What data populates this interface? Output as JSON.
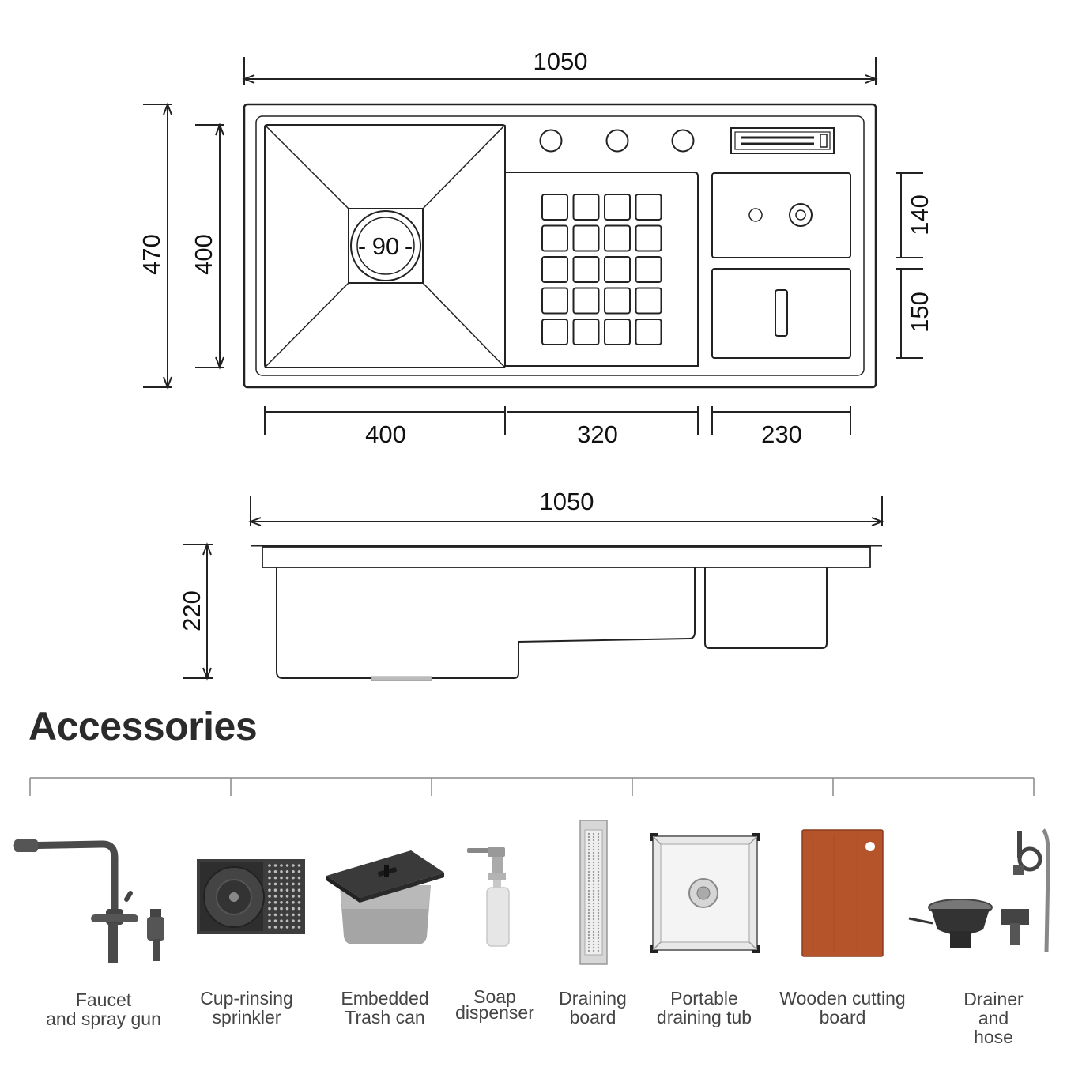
{
  "dimensions": {
    "top_total_width": "1050",
    "total_depth": "470",
    "basin_depth": "400",
    "drain_size": "90",
    "section_right_top": "140",
    "section_right_bottom": "150",
    "basin_width": "400",
    "drainboard_width": "320",
    "right_section_width": "230",
    "side_total_width": "1050",
    "side_height": "220"
  },
  "accessories": {
    "heading": "Accessories",
    "items": [
      {
        "label": "Faucet\nand spray gun",
        "icon": "faucet-icon"
      },
      {
        "label": "Cup-rinsing\nsprinkler",
        "icon": "cup-rinser-icon"
      },
      {
        "label": "Embedded\nTrash can",
        "icon": "trash-can-icon"
      },
      {
        "label": "Soap\ndispenser",
        "icon": "soap-dispenser-icon"
      },
      {
        "label": "Draining\nboard",
        "icon": "draining-board-icon"
      },
      {
        "label": "Portable\ndraining tub",
        "icon": "draining-tub-icon"
      },
      {
        "label": "Wooden cutting\nboard",
        "icon": "cutting-board-icon"
      },
      {
        "label": "Drainer and\nhose",
        "icon": "drainer-hose-icon"
      }
    ]
  },
  "colors": {
    "line": "#222222",
    "wood": "#b5532a",
    "steel": "#c8c8c8",
    "dark_metal": "#4a4a4a"
  }
}
